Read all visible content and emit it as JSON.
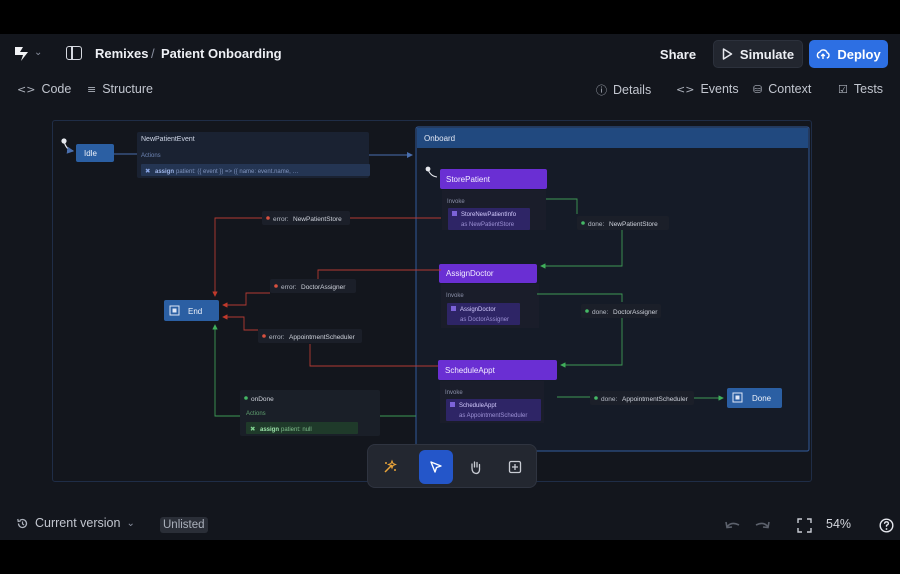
{
  "header": {
    "breadcrumb_root": "Remixes",
    "breadcrumb_sep": "/",
    "breadcrumb_current": "Patient Onboarding",
    "share_label": "Share",
    "simulate_label": "Simulate",
    "deploy_label": "Deploy"
  },
  "tabs": {
    "code": "Code",
    "structure": "Structure",
    "details": "Details",
    "events": "Events",
    "context": "Context",
    "tests": "Tests"
  },
  "diagram": {
    "idle": "Idle",
    "new_patient_event": "NewPatientEvent",
    "actions_label": "Actions",
    "assign_keyword": "assign",
    "idle_action_code": "patient:  ({ event }) => ({ name: event.name, …",
    "onboard": "Onboard",
    "store_patient": "StorePatient",
    "invoke_label": "Invoke",
    "store_invoke_src": "StoreNewPatientInfo",
    "store_invoke_id": "as NewPatientStore",
    "assign_doctor": "AssignDoctor",
    "assign_invoke_src": "AssignDoctor",
    "assign_invoke_id": "as DoctorAssigner",
    "schedule_appt": "ScheduleAppt",
    "schedule_invoke_src": "ScheduleAppt",
    "schedule_invoke_id": "as AppointmentScheduler",
    "end": "End",
    "done": "Done",
    "error_prefix": "error:",
    "err_store": "NewPatientStore",
    "err_doctor": "DoctorAssigner",
    "err_scheduler": "AppointmentScheduler",
    "done_prefix": "done:",
    "done_store": "NewPatientStore",
    "done_doctor": "DoctorAssigner",
    "done_scheduler": "AppointmentScheduler",
    "on_done": "onDone",
    "on_done_action_code": "patient:  null"
  },
  "footer": {
    "version_label": "Current version",
    "visibility_badge": "Unlisted",
    "zoom": "54%"
  },
  "colors": {
    "accent": "#2d6fe3",
    "state_purple": "#6a2fd3",
    "state_blue": "#2b5fa3",
    "error_red": "#c0392b",
    "done_green": "#3fae5a"
  }
}
